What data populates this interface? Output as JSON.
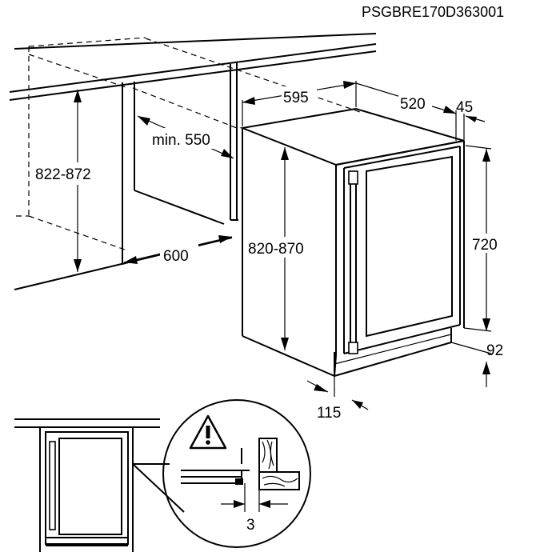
{
  "diagram_code": "PSGBRE170D363001",
  "dimensions": {
    "niche_height": "822-872",
    "niche_depth_min": "min. 550",
    "niche_width": "600",
    "appliance_width": "595",
    "appliance_depth": "520",
    "door_offset": "45",
    "appliance_height": "820-870",
    "door_height": "720",
    "plinth_height": "92",
    "plinth_depth": "115",
    "clearance_gap": "3"
  },
  "icons": [
    "warning-icon"
  ]
}
